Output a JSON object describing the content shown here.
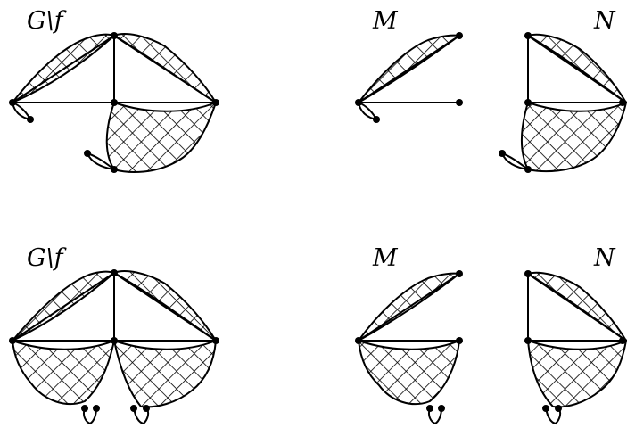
{
  "labels": {
    "top_graph": "G\\f",
    "top_m": "M",
    "top_n": "N",
    "bottom_graph": "G\\f",
    "bottom_m": "M",
    "bottom_n": "N"
  }
}
